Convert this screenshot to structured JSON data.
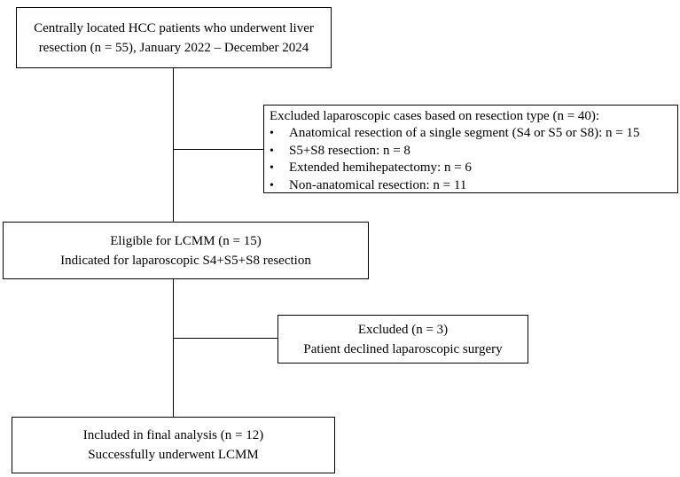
{
  "box_start": {
    "line1": "Centrally located HCC patients who underwent liver",
    "line2": "resection (n = 55), January 2022 – December 2024"
  },
  "box_excluded_lap": {
    "title": "Excluded laparoscopic cases based on resection type (n = 40):",
    "items": [
      "Anatomical resection of a single segment (S4 or S5 or S8): n = 15",
      "S5+S8 resection: n = 8",
      "Extended hemihepatectomy: n = 6",
      "Non-anatomical resection: n = 11"
    ],
    "bullet": "•"
  },
  "box_eligible": {
    "line1": "Eligible for LCMM (n = 15)",
    "line2": "Indicated for laparoscopic S4+S5+S8 resection"
  },
  "box_excluded_declined": {
    "line1": "Excluded (n = 3)",
    "line2": "Patient declined laparoscopic surgery"
  },
  "box_included": {
    "line1": "Included in final analysis (n = 12)",
    "line2": "Successfully underwent LCMM"
  }
}
